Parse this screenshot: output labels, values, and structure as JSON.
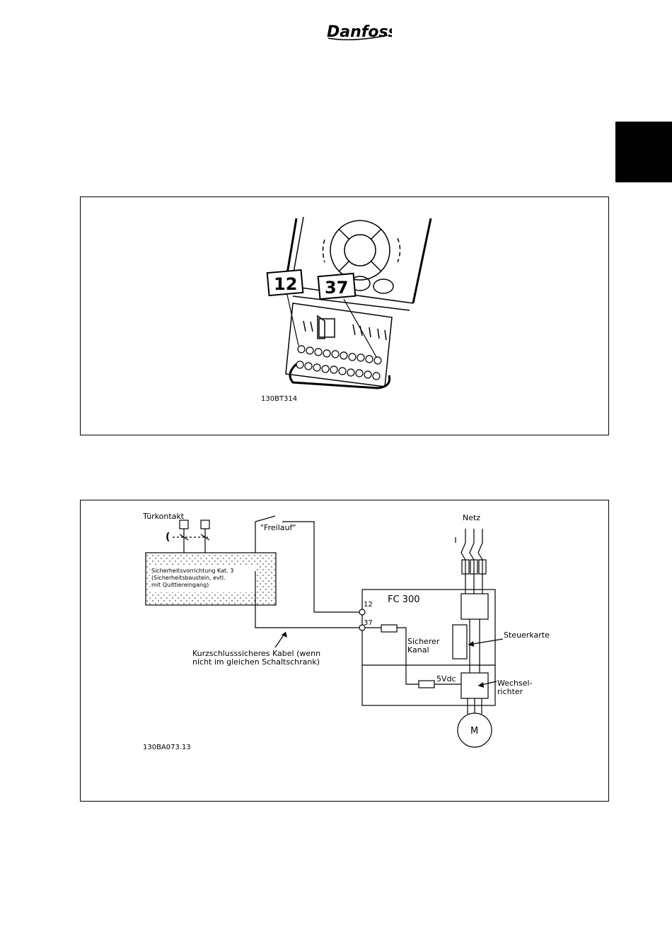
{
  "header": {
    "logo_text": "Danfoss"
  },
  "figure1": {
    "terminal_left": "12",
    "terminal_right": "37",
    "figure_code": "130BT314"
  },
  "figure2": {
    "door_contact_label": "Türkontakt",
    "coast_label": "\"Freilauf\"",
    "safety_device_line1": "Sicherheitsvorrichtung Kat. 3",
    "safety_device_line2": "(Sicherheitsbaustein, evtl.",
    "safety_device_line3": "mit Quittiereingang)",
    "cable_label_line1": "Kurzschlusssicheres Kabel (wenn",
    "cable_label_line2": "nicht im gleichen Schaltschrank)",
    "mains_label": "Netz",
    "drive_label": "FC 300",
    "terminal_12": "12",
    "terminal_37": "37",
    "safe_channel_line1": "Sicherer",
    "safe_channel_line2": "Kanal",
    "control_card_label": "Steuerkarte",
    "voltage_label": "5Vdc",
    "inverter_line1": "Wechsel-",
    "inverter_line2": "richter",
    "motor_label": "M",
    "figure_code": "130BA073.13"
  }
}
